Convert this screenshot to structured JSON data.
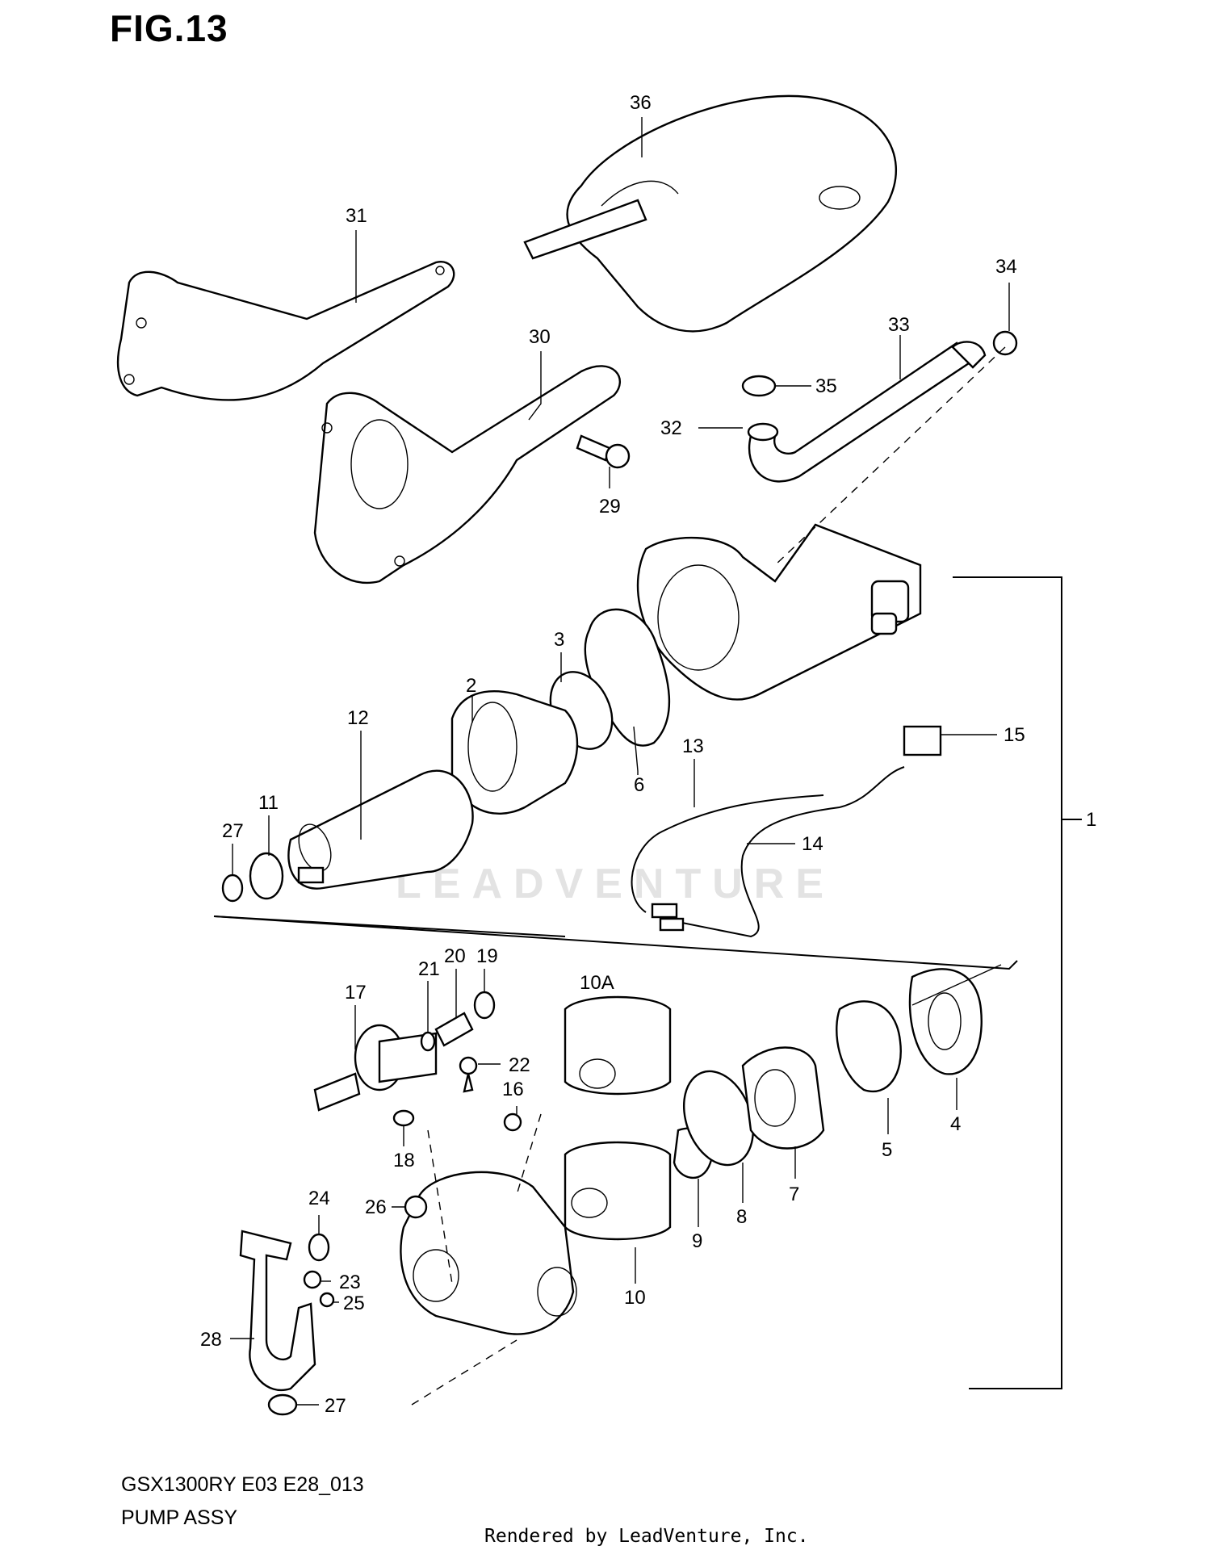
{
  "figure_title": "FIG.13",
  "watermark": "LEADVENTURE",
  "footer": {
    "model_code": "GSX1300RY E03 E28_013",
    "assembly_name": "PUMP ASSY",
    "rendered_by": "Rendered by LeadVenture, Inc."
  },
  "callouts": {
    "c1": "1",
    "c2": "2",
    "c3": "3",
    "c4": "4",
    "c5": "5",
    "c6": "6",
    "c7": "7",
    "c8": "8",
    "c9": "9",
    "c10": "10",
    "c10a": "10A",
    "c11": "11",
    "c12": "12",
    "c13": "13",
    "c14": "14",
    "c15": "15",
    "c16": "16",
    "c17": "17",
    "c18": "18",
    "c19": "19",
    "c20": "20",
    "c21": "21",
    "c22": "22",
    "c23": "23",
    "c24": "24",
    "c25": "25",
    "c26": "26",
    "c27a": "27",
    "c27b": "27",
    "c28": "28",
    "c29": "29",
    "c30": "30",
    "c31": "31",
    "c32": "32",
    "c33": "33",
    "c34": "34",
    "c35": "35",
    "c36": "36"
  }
}
